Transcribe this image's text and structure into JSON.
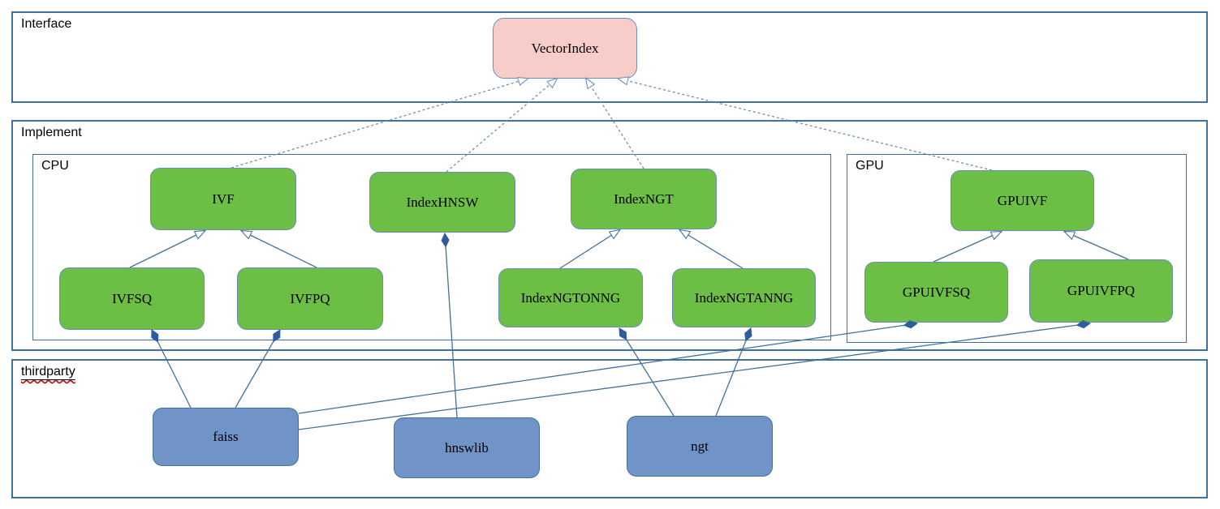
{
  "containers": {
    "interface": {
      "label": "Interface"
    },
    "implement": {
      "label": "Implement"
    },
    "cpu": {
      "label": "CPU"
    },
    "gpu": {
      "label": "GPU"
    },
    "thirdparty": {
      "label": "thirdparty"
    }
  },
  "nodes": {
    "vectorindex": {
      "label": "VectorIndex"
    },
    "ivf": {
      "label": "IVF"
    },
    "indexhnsw": {
      "label": "IndexHNSW"
    },
    "indexngt": {
      "label": "IndexNGT"
    },
    "ivfsq": {
      "label": "IVFSQ"
    },
    "ivfpq": {
      "label": "IVFPQ"
    },
    "indexngtonng": {
      "label": "IndexNGTONNG"
    },
    "indexngtanng": {
      "label": "IndexNGTANNG"
    },
    "gpuivf": {
      "label": "GPUIVF"
    },
    "gpuivfsq": {
      "label": "GPUIVFSQ"
    },
    "gpuivfpq": {
      "label": "GPUIVFPQ"
    },
    "faiss": {
      "label": "faiss"
    },
    "hnswlib": {
      "label": "hnswlib"
    },
    "ngt": {
      "label": "ngt"
    }
  },
  "edges": [
    {
      "from": "IVF",
      "to": "VectorIndex",
      "type": "inheritance-dashed"
    },
    {
      "from": "IndexHNSW",
      "to": "VectorIndex",
      "type": "inheritance-dashed"
    },
    {
      "from": "IndexNGT",
      "to": "VectorIndex",
      "type": "inheritance-dashed"
    },
    {
      "from": "GPUIVF",
      "to": "VectorIndex",
      "type": "inheritance-dashed"
    },
    {
      "from": "IVFSQ",
      "to": "IVF",
      "type": "generalization"
    },
    {
      "from": "IVFPQ",
      "to": "IVF",
      "type": "generalization"
    },
    {
      "from": "IndexNGTONNG",
      "to": "IndexNGT",
      "type": "generalization"
    },
    {
      "from": "IndexNGTANNG",
      "to": "IndexNGT",
      "type": "generalization"
    },
    {
      "from": "GPUIVFSQ",
      "to": "GPUIVF",
      "type": "generalization"
    },
    {
      "from": "GPUIVFPQ",
      "to": "GPUIVF",
      "type": "generalization"
    },
    {
      "from": "faiss",
      "to": "IVFSQ",
      "type": "composition"
    },
    {
      "from": "faiss",
      "to": "IVFPQ",
      "type": "composition"
    },
    {
      "from": "faiss",
      "to": "GPUIVFSQ",
      "type": "composition"
    },
    {
      "from": "faiss",
      "to": "GPUIVFPQ",
      "type": "composition"
    },
    {
      "from": "hnswlib",
      "to": "IndexHNSW",
      "type": "composition"
    },
    {
      "from": "ngt",
      "to": "IndexNGTONNG",
      "type": "composition"
    },
    {
      "from": "ngt",
      "to": "IndexNGTANNG",
      "type": "composition"
    }
  ],
  "colors": {
    "node_green": "#6CBE45",
    "node_pink": "#F8CCC9",
    "node_blue": "#7094C8",
    "node_border_bluegray": "#6C8EBF",
    "container_border": "#41719C",
    "connector": "#41719C",
    "diamond_fill": "#2E5C9E",
    "spellcheck_wavy": "#CC0000"
  }
}
